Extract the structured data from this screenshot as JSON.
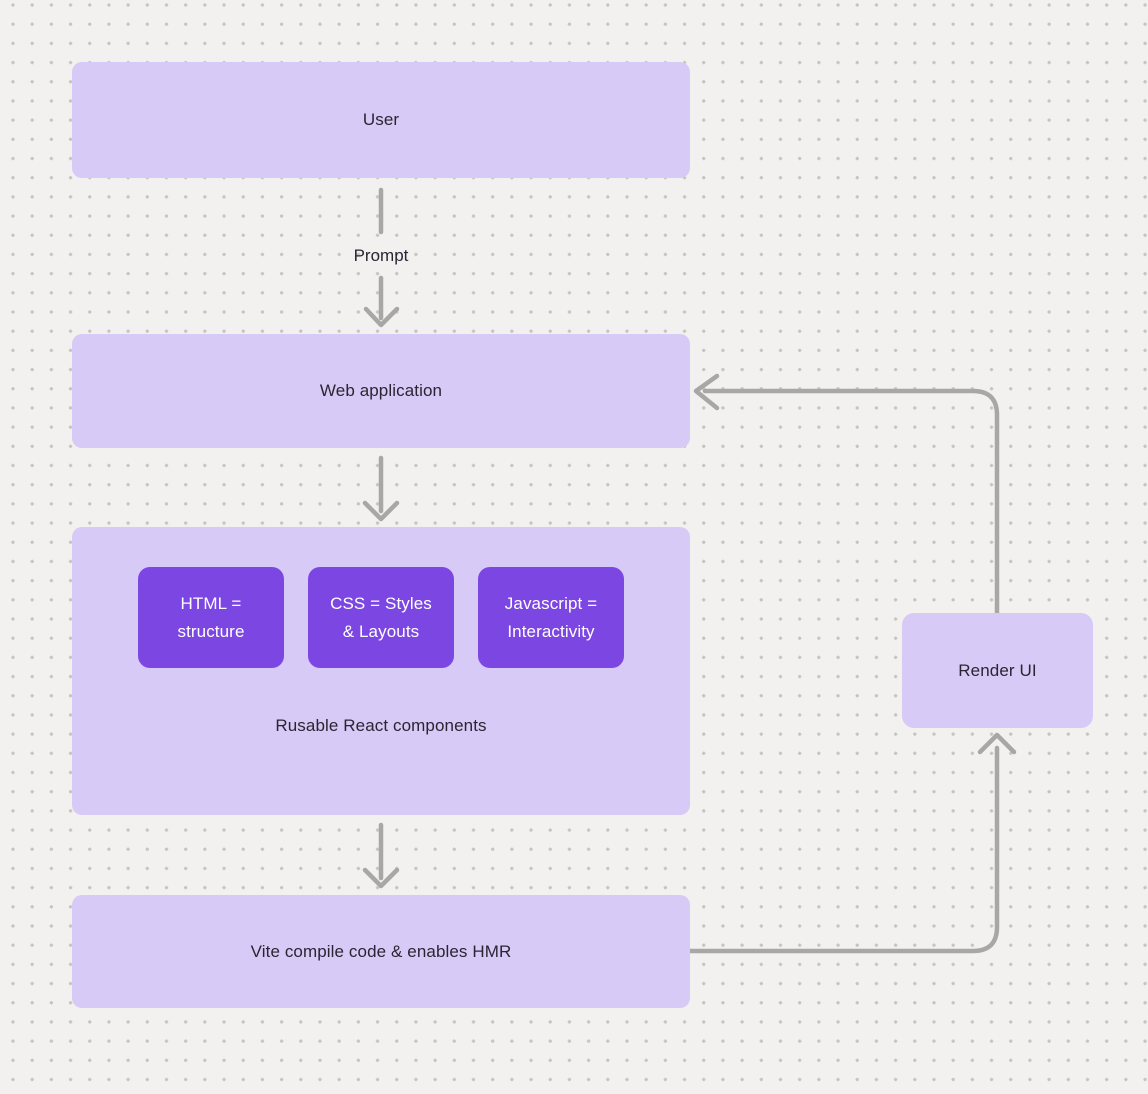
{
  "theme": {
    "background": "#f2f1ef",
    "dot": "#c8c4c0",
    "node-fill": "#d8caf6",
    "chip-fill": "#7c46e2",
    "chip-text": "#ffffff",
    "node-text": "#2a2532",
    "connector": "#a8a7a5"
  },
  "nodes": {
    "user": {
      "label": "User"
    },
    "web_application": {
      "label": "Web application"
    },
    "components": {
      "chips": [
        {
          "label": "HTML = structure"
        },
        {
          "label": "CSS = Styles & Layouts"
        },
        {
          "label": "Javascript = Interactivity"
        }
      ],
      "caption": "Rusable React components"
    },
    "vite": {
      "label": "Vite compile code & enables HMR"
    },
    "render_ui": {
      "label": "Render UI"
    }
  },
  "edges": {
    "user_to_web": {
      "label": "Prompt"
    }
  }
}
